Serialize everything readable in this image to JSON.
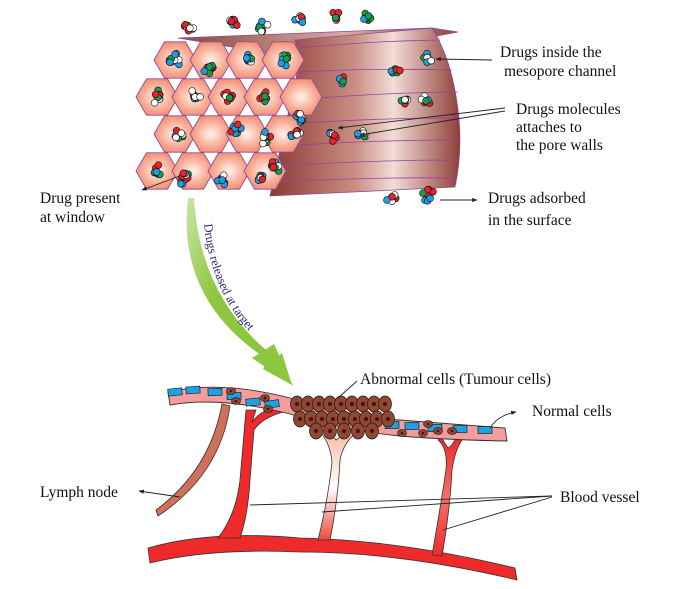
{
  "figure": {
    "title": "Mesoporous drug carrier releasing drugs at tumour target",
    "labels": {
      "drugs_inside_channel": [
        "Drugs inside the",
        "mesopore channel"
      ],
      "drugs_attach_walls": [
        "Drugs molecules",
        "attaches to",
        "the pore walls"
      ],
      "drugs_adsorbed_surface": [
        "Drugs adsorbed",
        "in the surface"
      ],
      "drug_present_window": [
        "Drug present",
        "at window"
      ],
      "drugs_released": "Drugs released at target",
      "abnormal_cells": "Abnormal cells (Tumour cells)",
      "normal_cells": "Normal cells",
      "lymph_node": "Lymph node",
      "blood_vessel": "Blood vessel"
    },
    "colors": {
      "hexagon_fill": "#f7a089",
      "hexagon_stroke": "#8e4aa0",
      "channel_body": "#a85a4f",
      "release_arrow": "#8dc63f",
      "drug_red": "#e8222a",
      "drug_green": "#0fa04a",
      "drug_blue": "#1e9ee0",
      "drug_white": "#ffffff",
      "tissue_pink": "#f59c9c",
      "normal_cell": "#1aa3e0",
      "tumour_cell": "#8b4a36",
      "blood_red": "#ee2a2a",
      "lymph": "#d0705a",
      "rotated_text": "#2b2a7a"
    }
  }
}
